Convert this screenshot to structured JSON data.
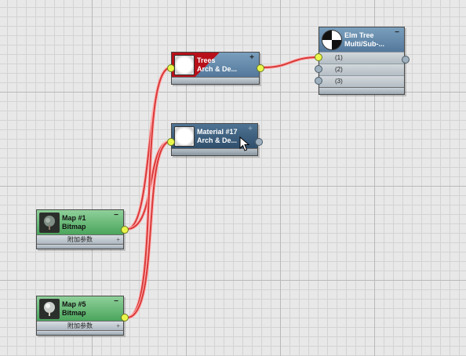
{
  "nodes": {
    "trees": {
      "title": "Trees",
      "subtitle": "Arch & De...",
      "expand_icon": "+",
      "thumb_icon": "white-sphere-icon",
      "accent": "#b8101a"
    },
    "material17": {
      "title": "Material #17",
      "subtitle": "Arch & De...",
      "expand_icon": "+",
      "thumb_icon": "white-sphere-icon"
    },
    "elm_tree": {
      "title": "Elm Tree",
      "subtitle": "Multi/Sub-...",
      "collapse_icon": "−",
      "thumb_icon": "checker-sphere-icon",
      "rows": [
        "(1)",
        "(2)",
        "(3)"
      ]
    },
    "map1": {
      "title": "Map #1",
      "subtitle": "Bitmap",
      "collapse_icon": "−",
      "params_label": "附加参数",
      "params_icon": "+",
      "thumb_icon": "tree-bitmap-icon"
    },
    "map5": {
      "title": "Map #5",
      "subtitle": "Bitmap",
      "collapse_icon": "−",
      "params_label": "附加参数",
      "params_icon": "+",
      "thumb_icon": "tree-bitmap-icon"
    }
  },
  "colors": {
    "wire": "#d93a3a",
    "wire_highlight": "#ffb0b0",
    "port_active": "#e9f54a",
    "port_idle": "#9fb0bf"
  },
  "cursor_icon": "arrow-cursor-icon"
}
